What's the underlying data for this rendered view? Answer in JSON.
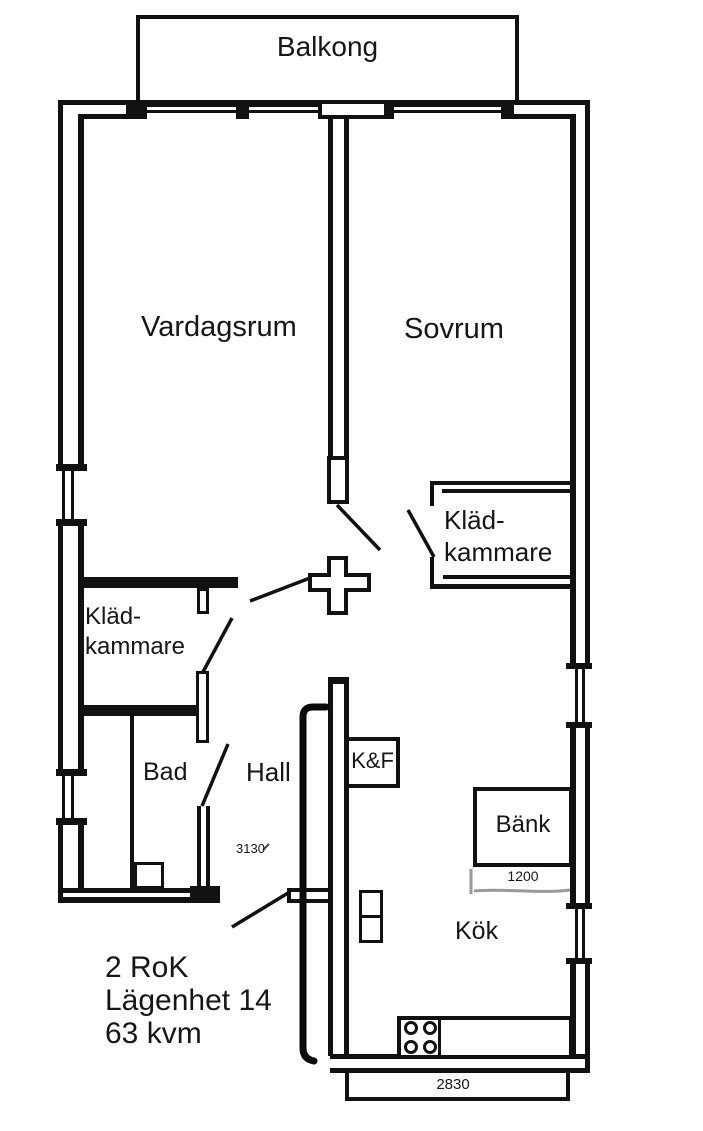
{
  "plan": {
    "labels": {
      "balcony": "Balkong",
      "living_room": "Vardagsrum",
      "bedroom": "Sovrum",
      "closet_bedroom_l1": "Kläd-",
      "closet_bedroom_l2": "kammare",
      "closet_hall_l1": "Kläd-",
      "closet_hall_l2": "kammare",
      "bathroom": "Bad",
      "hall": "Hall",
      "fridge_freezer": "K&F",
      "counter": "Bänk",
      "kitchen": "Kök"
    },
    "dimensions": {
      "hall_depth": "3130",
      "counter_width": "1200",
      "kitchen_width": "2830"
    },
    "summary": {
      "line1": "2 RoK",
      "line2": "Lägenhet 14",
      "line3": "63 kvm"
    },
    "colors": {
      "line": "#111111",
      "dimension_line": "#9a9a9a",
      "background": "#ffffff"
    }
  }
}
